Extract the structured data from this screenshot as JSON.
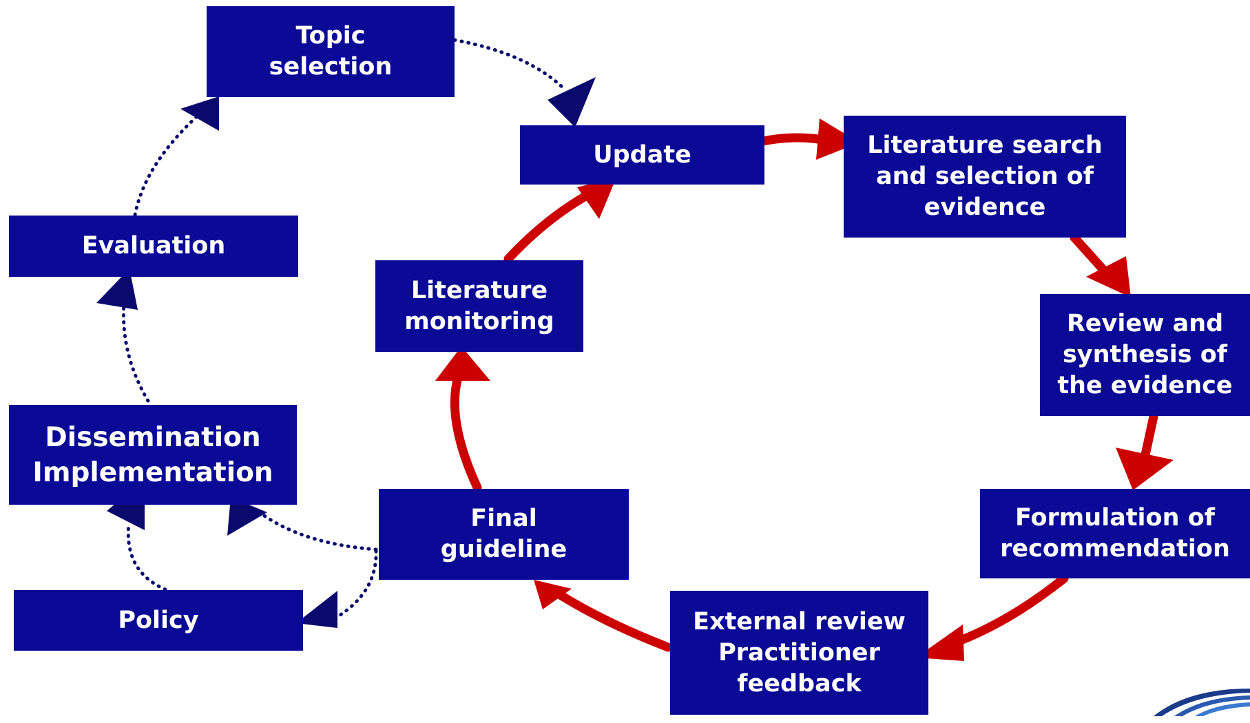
{
  "nodes": {
    "topic_selection": "Topic\nselection",
    "update": "Update",
    "literature_search": "Literature search\nand selection of\nevidence",
    "review_synthesis": "Review and\nsynthesis of\nthe evidence",
    "formulation": "Formulation of\nrecommendation",
    "external_review": "External review\nPractitioner\nfeedback",
    "final_guideline": "Final\nguideline",
    "literature_monitoring": "Literature\nmonitoring",
    "evaluation": "Evaluation",
    "dissemination": "Dissemination\nImplementation",
    "policy": "Policy"
  },
  "colors": {
    "box": "#0a0a96",
    "box_text": "#ffffff",
    "solid_arrow": "#cc0000",
    "dotted_arrow": "#0a0a6e"
  },
  "edges": {
    "solid_cycle": [
      "update → literature_search",
      "literature_search → review_synthesis",
      "review_synthesis → formulation",
      "formulation → external_review",
      "external_review → final_guideline",
      "final_guideline → literature_monitoring",
      "literature_monitoring → update"
    ],
    "dotted": [
      "topic_selection → update",
      "final_guideline → dissemination",
      "final_guideline → policy",
      "policy → dissemination",
      "dissemination → evaluation",
      "evaluation → topic_selection"
    ]
  }
}
